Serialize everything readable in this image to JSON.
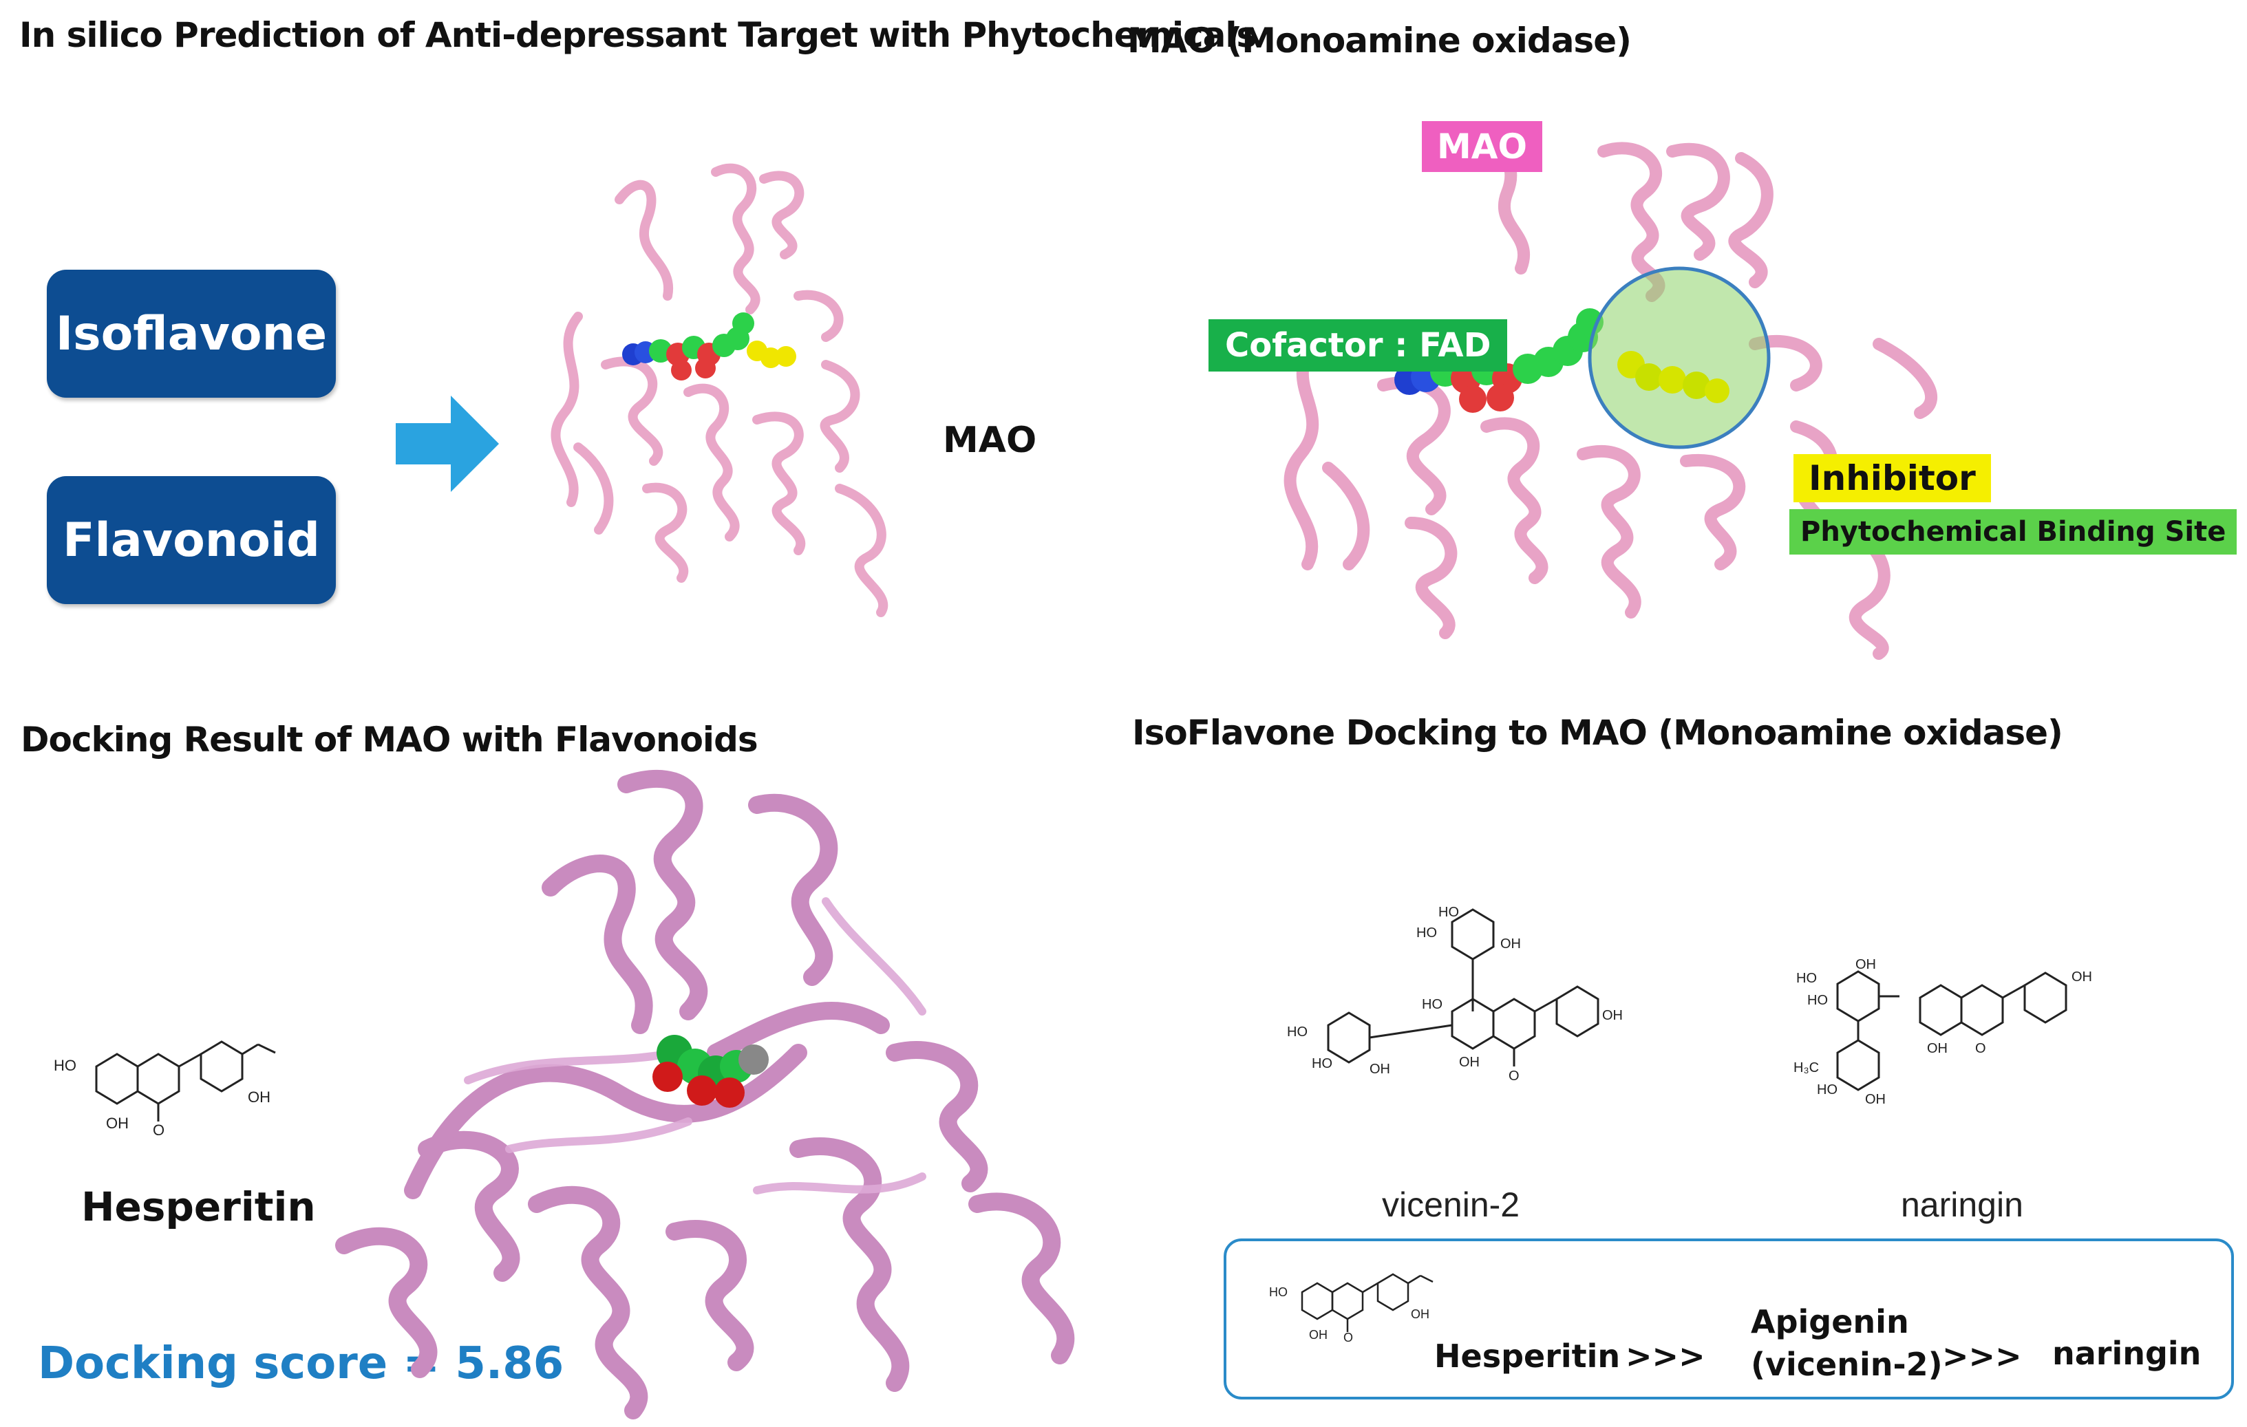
{
  "panel_tl": {
    "title": "In silico Prediction of Anti-depressant Target with Phytochemicals",
    "class_isoflavone": "Isoflavone",
    "class_flavonoid": "Flavonoid",
    "target_label": "MAO"
  },
  "panel_tr": {
    "title": "MAO (Monoamine oxidase)",
    "protein_tag": "MAO",
    "cofactor_tag": "Cofactor : FAD",
    "inhibitor_tag": "Inhibitor",
    "binding_site_tag": "Phytochemical Binding Site"
  },
  "panel_bl": {
    "title": "Docking Result of MAO with Flavonoids",
    "compound_name": "Hesperitin",
    "docking_score": "Docking score = 5.86"
  },
  "panel_br": {
    "title": "IsoFlavone Docking to MAO (Monoamine oxidase)",
    "mol1_name": "vicenin-2",
    "mol2_name": "naringin",
    "ranking": {
      "first": "Hesperitin",
      "sep1": ">>>",
      "second_line1": "Apigenin",
      "second_line2": "(vicenin-2)",
      "sep2": ">>>",
      "third": "naringin"
    }
  },
  "atom_labels": {
    "ho": "HO",
    "oh": "OH",
    "o": "O",
    "h3c": "H₃C"
  },
  "colors": {
    "protein_pink": "#e8a3c6",
    "protein_dark": "#c98bbf",
    "pill_blue": "#0d4d92",
    "arrow_blue": "#2aa3e0",
    "tag_magenta": "#ef5fc0",
    "tag_green": "#18b04a",
    "tag_yellow": "#f5ef00",
    "tag_lime": "#5bd14a",
    "score_blue": "#1f7fc4",
    "box_border": "#2a8bc9"
  }
}
